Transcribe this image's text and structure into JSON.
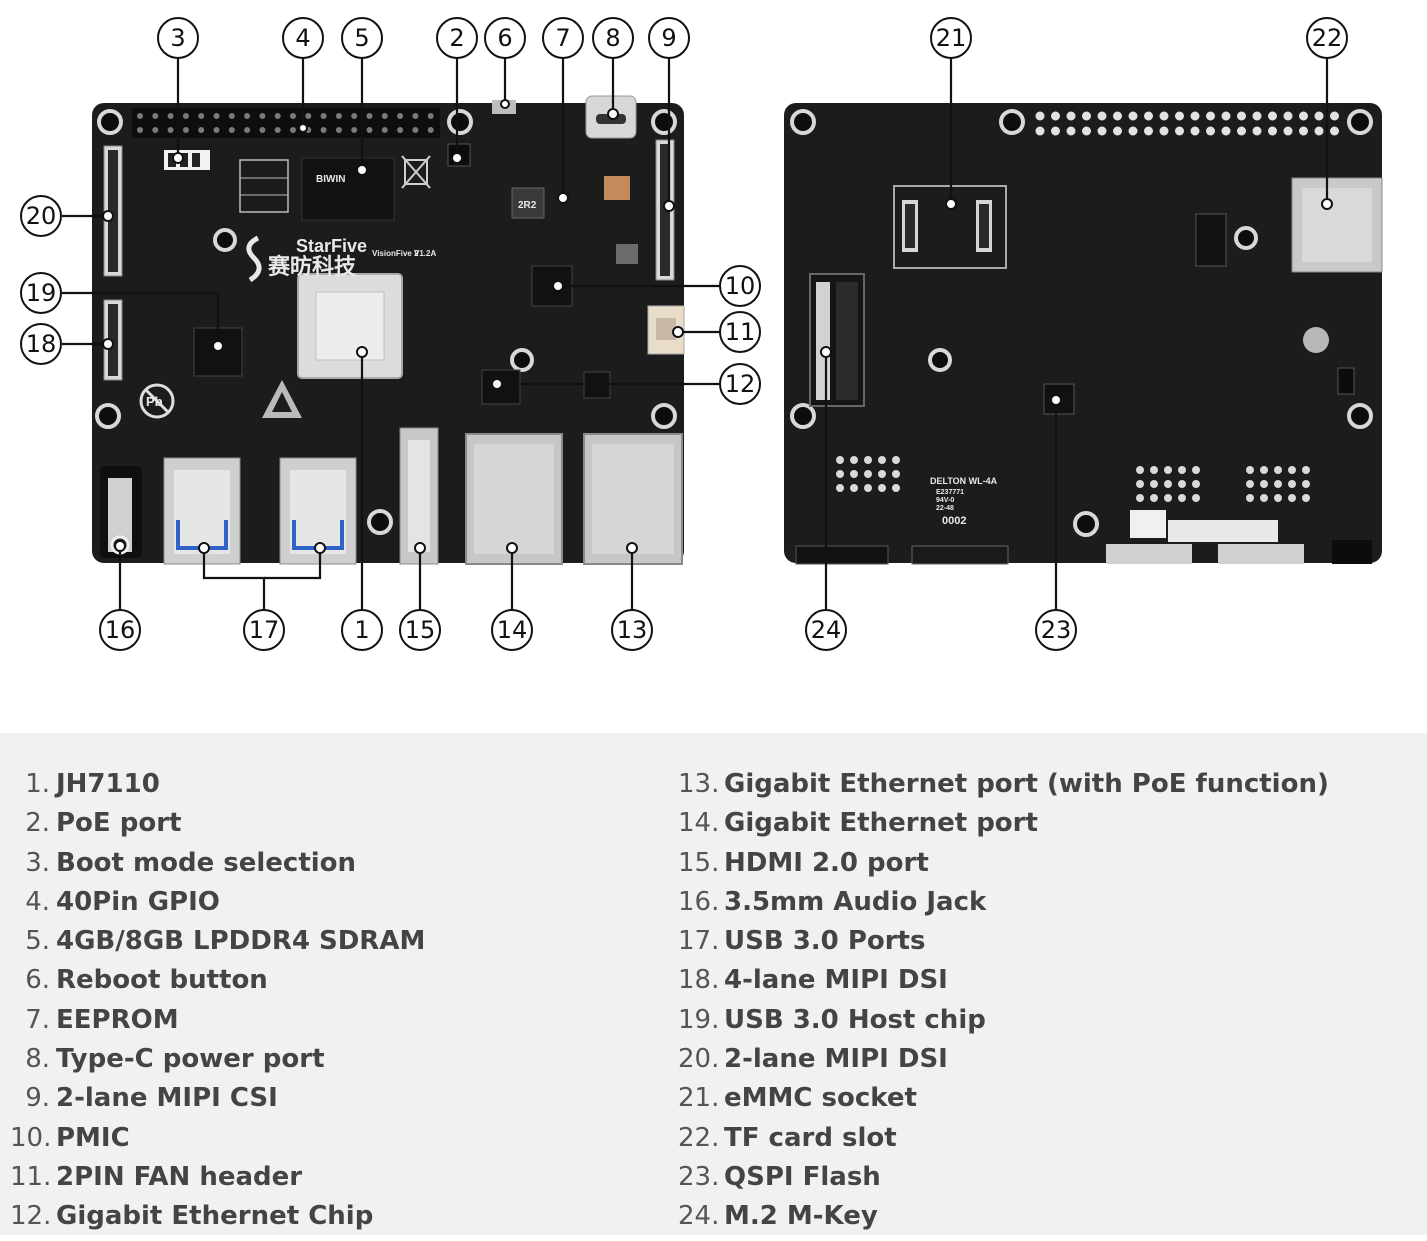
{
  "brand": {
    "logo_name": "StarFive",
    "logo_cn": "赛昉科技",
    "board_model": "VisionFive 2",
    "board_rev": "V1.2A"
  },
  "back_marks": {
    "pcb_maker": "DELTON WL-4A",
    "code1": "E237771",
    "code2": "94V-0",
    "code3": "22-48",
    "code4": "0002"
  },
  "callouts": [
    "1",
    "2",
    "3",
    "4",
    "5",
    "6",
    "7",
    "8",
    "9",
    "10",
    "11",
    "12",
    "13",
    "14",
    "15",
    "16",
    "17",
    "18",
    "19",
    "20",
    "21",
    "22",
    "23",
    "24"
  ],
  "legend": {
    "left": [
      {
        "num": "1.",
        "label": "JH7110"
      },
      {
        "num": "2.",
        "label": "PoE port"
      },
      {
        "num": "3.",
        "label": "Boot mode selection"
      },
      {
        "num": "4.",
        "label": "40Pin GPIO"
      },
      {
        "num": "5.",
        "label": "4GB/8GB LPDDR4 SDRAM"
      },
      {
        "num": "6.",
        "label": "Reboot button"
      },
      {
        "num": "7.",
        "label": "EEPROM"
      },
      {
        "num": "8.",
        "label": "Type-C power port"
      },
      {
        "num": "9.",
        "label": "2-lane MIPI CSI"
      },
      {
        "num": "10.",
        "label": "PMIC"
      },
      {
        "num": "11.",
        "label": "2PIN FAN header"
      },
      {
        "num": "12.",
        "label": "Gigabit Ethernet Chip"
      }
    ],
    "right": [
      {
        "num": "13.",
        "label": "Gigabit Ethernet port (with PoE function)"
      },
      {
        "num": "14.",
        "label": "Gigabit Ethernet port"
      },
      {
        "num": "15.",
        "label": "HDMI 2.0 port"
      },
      {
        "num": "16.",
        "label": "3.5mm Audio Jack"
      },
      {
        "num": "17.",
        "label": "USB 3.0 Ports"
      },
      {
        "num": "18.",
        "label": "4-lane MIPI DSI"
      },
      {
        "num": "19.",
        "label": "USB 3.0 Host chip"
      },
      {
        "num": "20.",
        "label": "2-lane MIPI DSI"
      },
      {
        "num": "21.",
        "label": "eMMC socket"
      },
      {
        "num": "22.",
        "label": "TF card slot"
      },
      {
        "num": "23.",
        "label": "QSPI Flash"
      },
      {
        "num": "24.",
        "label": "M.2 M-Key"
      }
    ]
  },
  "colors": {
    "pcb": "#1c1c1c",
    "metal": "#c9c9c9",
    "usb_blue": "#2f62c9",
    "legend_bg": "#f1f1f1"
  }
}
